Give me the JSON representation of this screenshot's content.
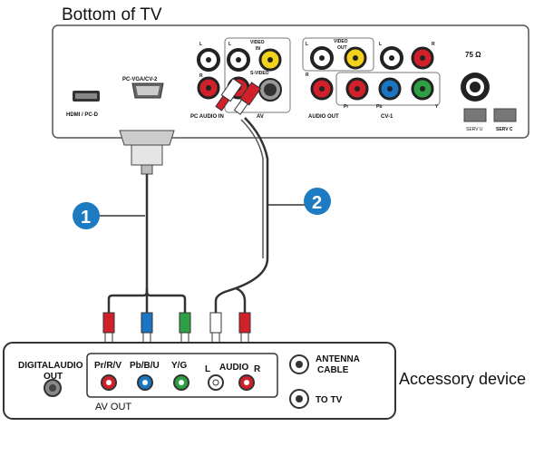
{
  "tv": {
    "title": "Bottom of TV",
    "labels": {
      "hdmi": "HDMI / PC-D",
      "pc_vga": "PC-VGA/CV-2",
      "pc_audio_in": "PC AUDIO IN",
      "av": "AV",
      "audio_out": "AUDIO OUT",
      "cv1": "CV-1",
      "video": "VIDEO",
      "video_in": "IN",
      "video_out_video": "VIDEO",
      "video_out": "OUT",
      "s_video": "S-VIDEO",
      "ohm": "75 Ω",
      "serv_u": "SERV U",
      "serv_c": "SERV C",
      "pr": "Pr",
      "pb": "Pb",
      "y": "Y",
      "l": "L",
      "r": "R"
    }
  },
  "callouts": {
    "one": "1",
    "two": "2"
  },
  "device": {
    "name": "Accessory device",
    "digital_audio_line1": "DIGITALAUDIO",
    "digital_audio_line2": "OUT",
    "pr": "Pr/R/V",
    "pb": "Pb/B/U",
    "yg": "Y/G",
    "audio_l": "L",
    "audio": "AUDIO",
    "audio_r": "R",
    "av_out": "AV OUT",
    "antenna_line1": "ANTENNA",
    "antenna_line2": "CABLE",
    "to_tv": "TO TV"
  },
  "colors": {
    "red": "#d0202a",
    "blue": "#1a75c2",
    "green": "#2ea043",
    "yellow": "#f2d21b",
    "badge": "#1d7cc1",
    "cable": "#333333"
  }
}
